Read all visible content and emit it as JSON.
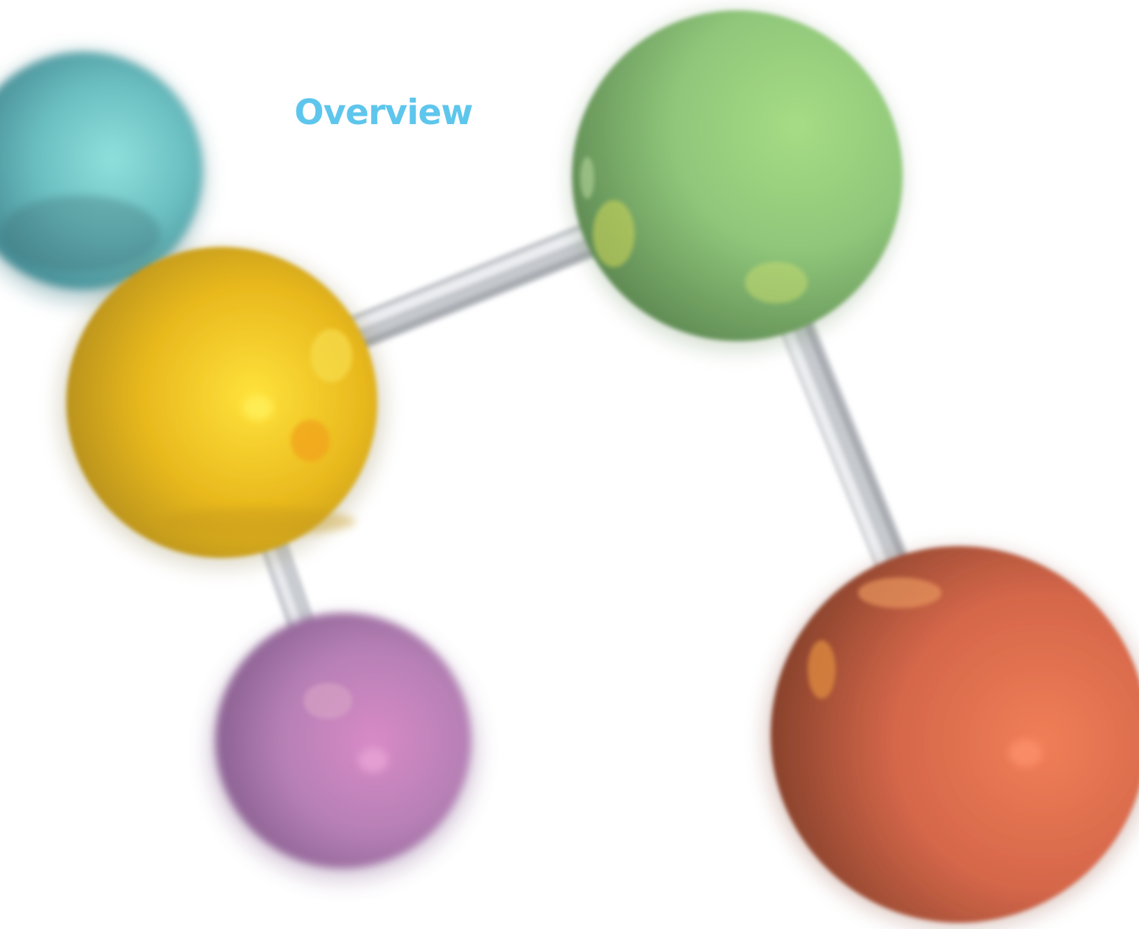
{
  "page": {
    "title": "Overview"
  },
  "colors": {
    "title": "#5ec6ec",
    "background": "#ffffff",
    "bond": "#c9cbd0",
    "atom_teal": "#6fbcc0",
    "atom_yellow": "#e6b820",
    "atom_green": "#8fc77a",
    "atom_purple": "#b27fb3",
    "atom_orange": "#d8684a"
  },
  "illustration": {
    "subject": "molecule-model",
    "atoms": [
      "teal",
      "yellow",
      "green",
      "purple",
      "orange"
    ]
  }
}
